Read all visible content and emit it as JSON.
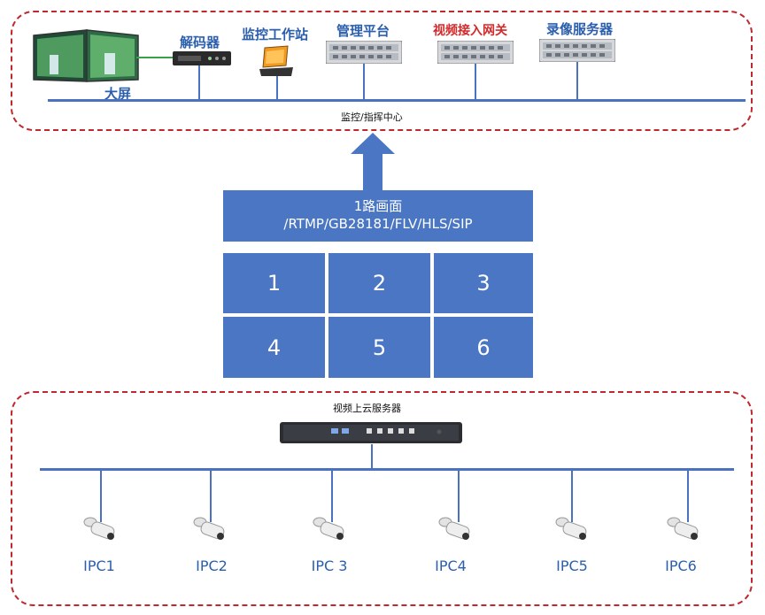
{
  "top_zone": {
    "caption": "监控/指挥中心",
    "devices": {
      "big_screen": "大屏",
      "decoder": "解码器",
      "workstation": "监控工作站",
      "management_platform": "管理平台",
      "video_gateway": "视频接入网关",
      "recording_server": "录像服务器"
    }
  },
  "stream_panel": {
    "line1": "1路画面",
    "line2": "/RTMP/GB28181/FLV/HLS/SIP",
    "tiles": [
      "1",
      "2",
      "3",
      "4",
      "5",
      "6"
    ]
  },
  "bottom_zone": {
    "server_label": "视频上云服务器",
    "cameras": [
      "IPC1",
      "IPC2",
      "IPC 3",
      "IPC4",
      "IPC5",
      "IPC6"
    ]
  },
  "colors": {
    "zone_border": "#c0282d",
    "accent_blue": "#4a76c3",
    "label_blue": "#2b5fad",
    "gateway_red": "#d22a2a"
  }
}
